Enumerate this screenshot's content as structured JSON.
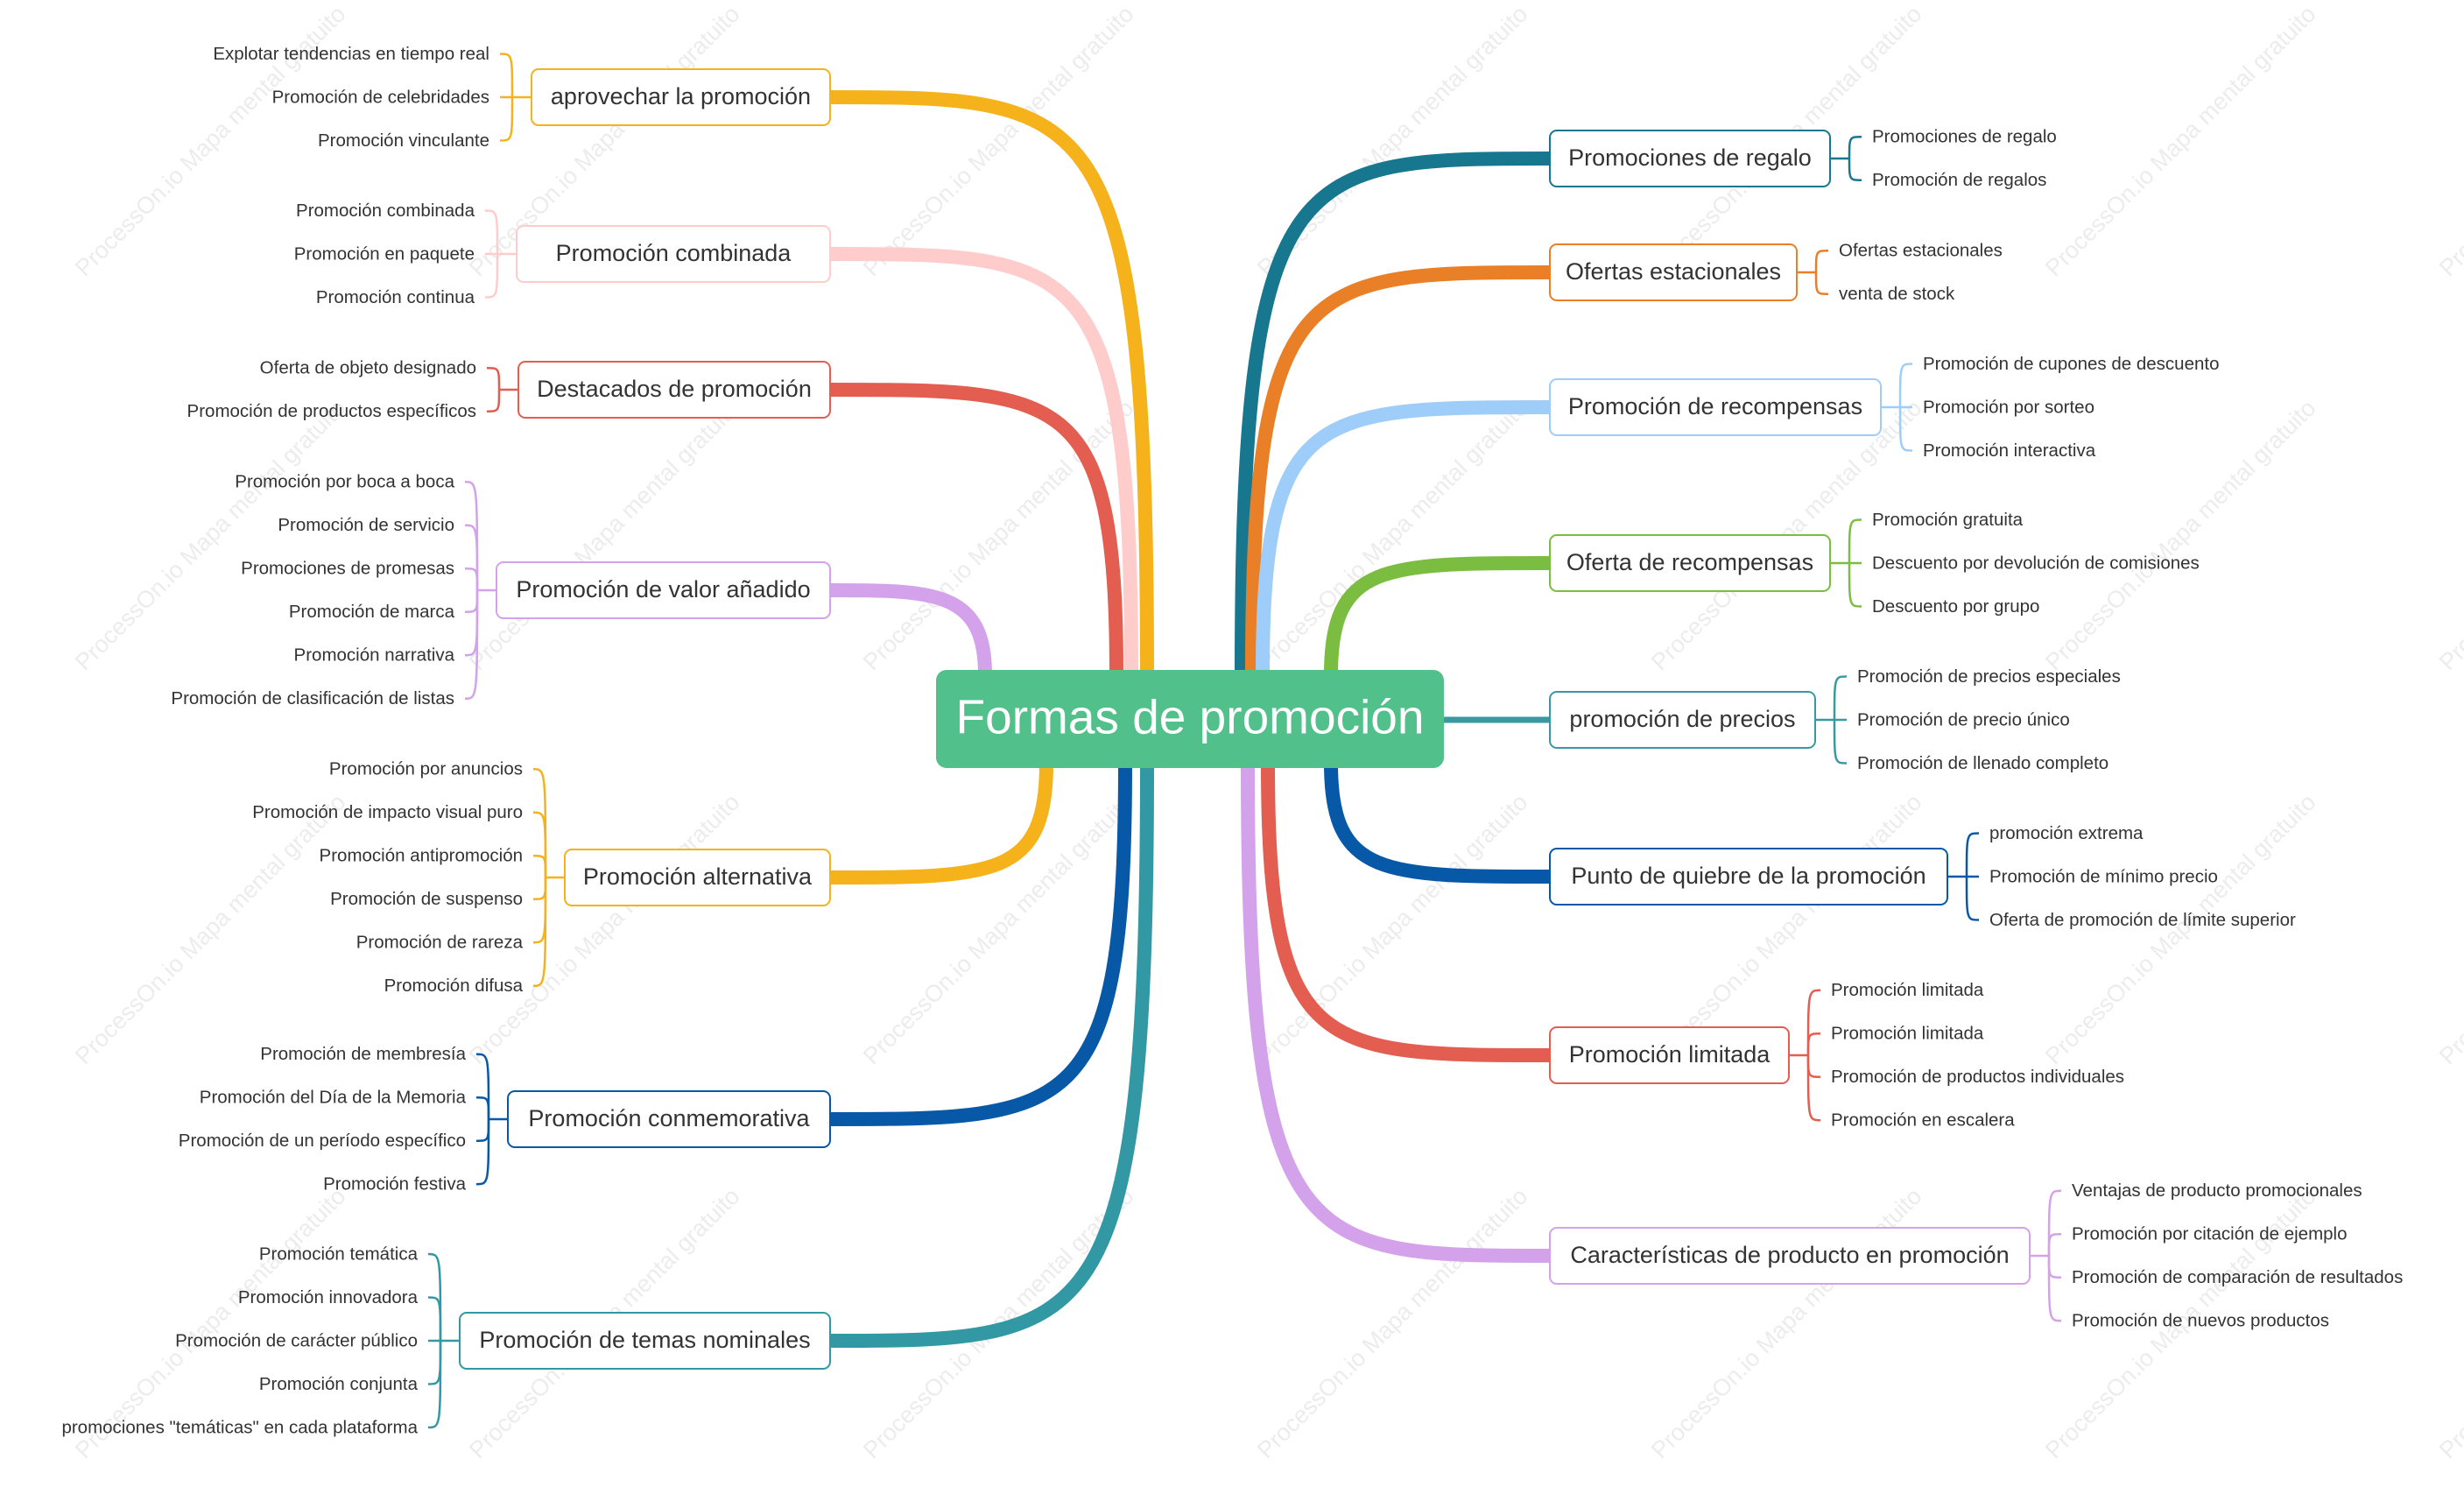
{
  "watermark": "ProcessOn.io Mapa mental gratuito",
  "root": {
    "label": "Formas de promoción",
    "color": "#52c08b"
  },
  "branches": [
    {
      "side": "left",
      "color": "#f5b21a",
      "label": "aprovechar la promoción",
      "children": [
        "Explotar tendencias en tiempo real",
        "Promoción de celebridades",
        "Promoción vinculante"
      ]
    },
    {
      "side": "left",
      "color": "#ffcccc",
      "label": "Promoción combinada",
      "children": [
        "Promoción combinada",
        "Promoción en paquete",
        "Promoción continua"
      ]
    },
    {
      "side": "left",
      "color": "#e35d50",
      "label": "Destacados de promoción",
      "children": [
        "Oferta de objeto designado",
        "Promoción de productos específicos"
      ]
    },
    {
      "side": "left",
      "color": "#d4a2ea",
      "label": "Promoción de valor añadido",
      "children": [
        "Promoción por boca a boca",
        "Promoción de servicio",
        "Promociones de promesas",
        "Promoción de marca",
        "Promoción narrativa",
        "Promoción de clasificación de listas"
      ]
    },
    {
      "side": "left",
      "color": "#f5b21a",
      "label": "Promoción alternativa",
      "children": [
        "Promoción por anuncios",
        "Promoción de impacto visual puro",
        "Promoción antipromoción",
        "Promoción de suspenso",
        "Promoción de rareza",
        "Promoción difusa"
      ]
    },
    {
      "side": "left",
      "color": "#0759a8",
      "label": "Promoción conmemorativa",
      "children": [
        "Promoción de membresía",
        "Promoción del Día de la Memoria",
        "Promoción de un período específico",
        "Promoción festiva"
      ]
    },
    {
      "side": "left",
      "color": "#3298a3",
      "label": "Promoción de temas nominales",
      "children": [
        "Promoción temática",
        "Promoción innovadora",
        "Promoción de carácter público",
        "Promoción conjunta",
        "promociones \"temáticas\" en cada plataforma"
      ]
    },
    {
      "side": "right",
      "color": "#16778e",
      "label": "Promociones de regalo",
      "children": [
        "Promociones de regalo",
        "Promoción de regalos"
      ]
    },
    {
      "side": "right",
      "color": "#e97f27",
      "label": "Ofertas estacionales",
      "children": [
        "Ofertas estacionales",
        "venta de stock"
      ]
    },
    {
      "side": "right",
      "color": "#9fcdfa",
      "label": "Promoción de recompensas",
      "children": [
        "Promoción de cupones de descuento",
        "Promoción por sorteo",
        "Promoción interactiva"
      ]
    },
    {
      "side": "right",
      "color": "#7bbd41",
      "label": "Oferta de recompensas",
      "children": [
        "Promoción gratuita",
        "Descuento por devolución de comisiones",
        "Descuento por grupo"
      ]
    },
    {
      "side": "right",
      "color": "#3a99a0",
      "label": "promoción de precios",
      "children": [
        "Promoción de precios especiales",
        "Promoción de precio único",
        "Promoción de llenado completo"
      ]
    },
    {
      "side": "right",
      "color": "#0759a8",
      "label": "Punto de quiebre de la promoción",
      "children": [
        "promoción extrema",
        "Promoción de mínimo precio",
        "Oferta de promoción de límite superior"
      ]
    },
    {
      "side": "right",
      "color": "#e35d50",
      "label": "Promoción limitada",
      "children": [
        "Promoción limitada",
        "Promoción limitada",
        "Promoción de productos individuales",
        "Promoción en escalera"
      ]
    },
    {
      "side": "right",
      "color": "#d4a2ea",
      "label": "Características de producto en promoción",
      "children": [
        "Ventajas de producto promocionales",
        "Promoción por citación de ejemplo",
        "Promoción de comparación de resultados",
        "Promoción de nuevos productos"
      ]
    }
  ]
}
